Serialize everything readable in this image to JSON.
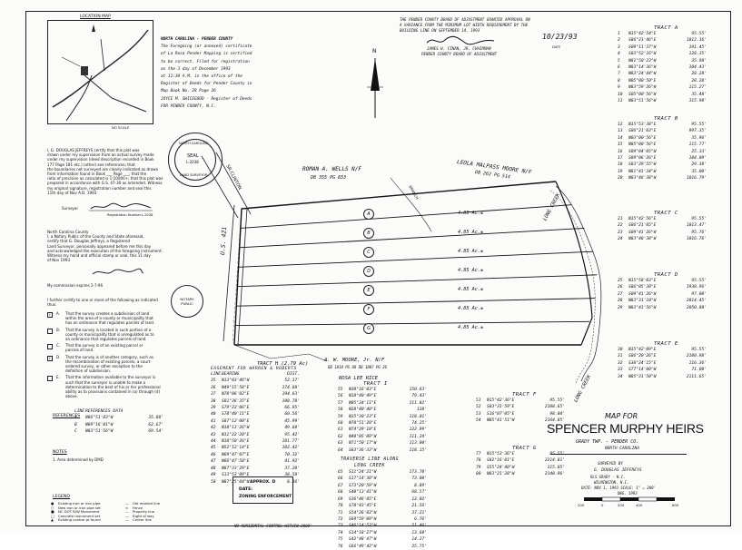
{
  "location_map": {
    "title": "LOCATION MAP",
    "no_scale": "NO SCALE"
  },
  "registration": {
    "lines": [
      "NORTH CAROLINA - PENDER COUNTY",
      "The Foregoing (or annexed) certificate",
      "of La Rosa Pender Mapping is certified",
      "to be correct. Filed for registration",
      "on the 3 day of December 1993",
      "at 11:30 A.M. in the office of the",
      "Register of Deeds for Pender County in",
      "Map Book No. 28 Page 26",
      "JOYCE M. SWICEGOOD - Register of Deeds",
      "FOR PENDER COUNTY, N.C."
    ]
  },
  "board": {
    "lines": [
      "THE PENDER COUNTY BOARD OF ADJUSTMENT GRANTED APPROVAL ON",
      "A VARIANCE FROM THE MINIMUM LOT WIDTH REQUIREMENT BY THE",
      "BUILDING LINE ON SEPTEMBER 14, 1993"
    ],
    "signer": "JAMES H. FINAN, JR. CHAIRMAN",
    "signer_title": "PENDER COUNTY BOARD OF ADJUSTMENT",
    "date": "10/23/93",
    "date_label": "DATE"
  },
  "surveyor_cert": {
    "lines": [
      "I, G. DOUGLAS JEFFREYS certify that this plat was",
      "drawn under my supervision from an actual survey made",
      "under my supervision (deed description recorded in Book",
      "177 Page 181 etc.) (other) see references; that",
      "the boundaries not surveyed are clearly indicated as drawn",
      "from information found in Book ___ Page ___; that the",
      "ratio of precision as calculated is 1:10000+; that this plat was",
      "prepared in accordance with G.S. 47-30 as amended. Witness",
      "my original signature, registration number and seal this",
      "11th day of Nov A.D. 1993"
    ],
    "surveyor_label": "Surveyor",
    "registration_label": "Registration Number",
    "registration_number": "L-2038"
  },
  "notary": {
    "lines": [
      "North Carolina       County",
      "I, a Notary Public of the County and State aforesaid,",
      "certify that G. Douglas Jeffreys, a Registered",
      "Land Surveyor, personally appeared before me this day",
      "and acknowledged the execution of the foregoing instrument.",
      "Witness my hand and official stamp or seal, this 11 day",
      "of Nov 1993"
    ],
    "commission": "My commission expires 2-7-96",
    "seal_text": "NOTARY PUBLIC"
  },
  "certification": {
    "intro": [
      "I further certify to one or more of the following as indicated",
      "thus:"
    ],
    "items": [
      {
        "letter": "A.",
        "text": [
          "That the survey creates a subdivision of land",
          "within the area of a county or municipality that",
          "has an ordinance that regulates parcels of land."
        ],
        "checked": true
      },
      {
        "letter": "B.",
        "text": [
          "That the survey is located in such portion of a",
          "county or municipality that is unregulated as to",
          "an ordinance that regulates parcels of land."
        ],
        "checked": false
      },
      {
        "letter": "C.",
        "text": [
          "That the survey is of an existing parcel or",
          "parcels of land."
        ],
        "checked": false
      },
      {
        "letter": "D.",
        "text": [
          "That the survey is of another category, such as",
          "the recombination of existing parcels, a court-",
          "ordered survey, or other exception to the",
          "definition of subdivision."
        ],
        "checked": true
      },
      {
        "letter": "E.",
        "text": [
          "That the information available to the surveyor is",
          "such that the surveyor is unable to make a",
          "determination to the best of his or her professional",
          "ability as to provisions contained in (a) through (d)",
          "above."
        ],
        "checked": false
      }
    ]
  },
  "references": {
    "title": "REFERENCES",
    "header": {
      "line": "LINE",
      "bearing": "REFERENCES DATA"
    },
    "rows": [
      {
        "line": "A",
        "bearing": "N86°51'03\"W",
        "dist": "35.88'"
      },
      {
        "line": "B",
        "bearing": "N89°16'01\"W",
        "dist": "62.67'"
      },
      {
        "line": "C",
        "bearing": "N83°51'56\"W",
        "dist": "69.54'"
      }
    ]
  },
  "notes": {
    "title": "NOTES",
    "items": [
      "1. Area determined by DMD"
    ]
  },
  "legend": {
    "title": "LEGEND",
    "items": [
      "Existing iron or iron pipe",
      "New iron or iron pipe set",
      "NC DOT R/W Monument",
      "Concrete monument set",
      "Existing control pt found",
      "Old marked line",
      "Fence",
      "Property line",
      "Right of way",
      "Center line"
    ]
  },
  "owners": [
    {
      "name": "ROMAN A. WELLS  N/F",
      "book": "DB 355 PG 653"
    },
    {
      "name": "LEOLA MALPASS MOORE  N/F",
      "book": "DB 262 PG 514"
    },
    {
      "name": "A. W. MOORE, Jr.  N/F",
      "book": "DB 1010 PG 88 DB 1007 PG 26"
    },
    {
      "name": "ROSA LEE RICE",
      "book": ""
    }
  ],
  "roads": {
    "sr_clinton": "SR CLINTON",
    "us": "U.S. 421",
    "long_creek": "LONG CREEK",
    "north": "N",
    "branch": "BRANCH"
  },
  "tracts_on_plat": [
    {
      "id": "A",
      "acres": "4.85 Ac.±"
    },
    {
      "id": "B",
      "acres": "4.85 Ac.±"
    },
    {
      "id": "C",
      "acres": "4.85 Ac.±"
    },
    {
      "id": "D",
      "acres": "4.85 Ac.±"
    },
    {
      "id": "E",
      "acres": "4.85 Ac.±"
    },
    {
      "id": "F",
      "acres": "4.85 Ac.±"
    },
    {
      "id": "G",
      "acres": "4.85 Ac.±"
    }
  ],
  "tract_h_label": "TRACT H (2.79 Ac)",
  "easement": {
    "title": "EASEMENT FOR WARREN & ROBERTS",
    "header": {
      "line": "LINE",
      "bearing": "BEARING",
      "dist": "DIST."
    },
    "rows": [
      {
        "line": "35",
        "bearing": "N13°03'46\"W",
        "dist": "52.17'"
      },
      {
        "line": "36",
        "bearing": "N49°15'58\"E",
        "dist": "174.68'"
      },
      {
        "line": "37",
        "bearing": "N78°06'02\"E",
        "dist": "194.63'"
      },
      {
        "line": "38",
        "bearing": "S81°36'35\"E",
        "dist": "108.70'"
      },
      {
        "line": "39",
        "bearing": "S79°22'06\"E",
        "dist": "66.95'"
      },
      {
        "line": "40",
        "bearing": "S78°40'11\"E",
        "dist": "60.56'"
      },
      {
        "line": "41",
        "bearing": "S87°12'00\"E",
        "dist": "45.99'"
      },
      {
        "line": "42",
        "bearing": "N10°13'26\"W",
        "dist": "49.68'"
      },
      {
        "line": "43",
        "bearing": "N11°22'20\"E",
        "dist": "95.42'"
      },
      {
        "line": "44",
        "bearing": "N18°50'26\"E",
        "dist": "101.77'"
      },
      {
        "line": "45",
        "bearing": "N52°12'14\"E",
        "dist": "102.42'"
      },
      {
        "line": "46",
        "bearing": "N69°47'07\"E",
        "dist": "70.32'"
      },
      {
        "line": "47",
        "bearing": "N66°47'50\"E",
        "dist": "41.92'"
      },
      {
        "line": "48",
        "bearing": "N87°33'29\"E",
        "dist": "37.20'"
      },
      {
        "line": "49",
        "bearing": "S13°53'09\"E",
        "dist": "38.58'"
      },
      {
        "line": "50",
        "bearing": "N87°25'04\"W",
        "dist": "8.36'"
      }
    ]
  },
  "tract_i": {
    "title": "TRACT I",
    "header": {
      "line": "LINE",
      "bearing": "BEARING",
      "dist": "DIST."
    },
    "rows": [
      {
        "line": "55",
        "bearing": "N30°16'03\"E",
        "dist": "150.63'"
      },
      {
        "line": "56",
        "bearing": "N18°40'49\"E",
        "dist": "79.43'"
      },
      {
        "line": "57",
        "bearing": "N05°34'11\"E",
        "dist": "111.82'"
      },
      {
        "line": "58",
        "bearing": "N28°40'40\"E",
        "dist": "128'"
      },
      {
        "line": "59",
        "bearing": "N35°30'23\"E",
        "dist": "118.01'"
      },
      {
        "line": "60",
        "bearing": "N70°51'20\"E",
        "dist": "74.25'"
      },
      {
        "line": "61",
        "bearing": "N74°29'10\"E",
        "dist": "122.99'"
      },
      {
        "line": "62",
        "bearing": "N40°05'09\"W",
        "dist": "111.24'"
      },
      {
        "line": "63",
        "bearing": "N71°50'17\"W",
        "dist": "113.00'"
      },
      {
        "line": "64",
        "bearing": "S83°36'33\"W",
        "dist": "118.15'"
      }
    ],
    "traverse_title": "TRAVERSE LINE ALONG LONG CREEK",
    "traverse_rows": [
      {
        "line": "65",
        "bearing": "S11°24'21\"W",
        "dist": "173.70'"
      },
      {
        "line": "66",
        "bearing": "S17°14'30\"W",
        "dist": "73.00'"
      },
      {
        "line": "67",
        "bearing": "S73°20'59\"W",
        "dist": "8.89'"
      },
      {
        "line": "68",
        "bearing": "S40°13'41\"W",
        "dist": "68.57'"
      },
      {
        "line": "69",
        "bearing": "S36°46'05\"E",
        "dist": "12.02'"
      },
      {
        "line": "70",
        "bearing": "S70°43'45\"E",
        "dist": "21.56'"
      },
      {
        "line": "71",
        "bearing": "S54°36'02\"W",
        "dist": "37.21'"
      },
      {
        "line": "72",
        "bearing": "S69°59'09\"W",
        "dist": "6.76'"
      },
      {
        "line": "73",
        "bearing": "S46°14'52\"W",
        "dist": "51.46'"
      },
      {
        "line": "74",
        "bearing": "S14°18'27\"W",
        "dist": "13.60'"
      },
      {
        "line": "75",
        "bearing": "S42°48'47\"W",
        "dist": "14.27'"
      },
      {
        "line": "76",
        "bearing": "S66°49'42\"W",
        "dist": "25.75'"
      }
    ]
  },
  "tract_tables": [
    {
      "title": "TRACT A",
      "rows": [
        {
          "line": "1",
          "bearing": "N15°42'54\"E",
          "dist": "95.55'"
        },
        {
          "line": "2",
          "bearing": "S86°21'46\"E",
          "dist": "1012.16'"
        },
        {
          "line": "3",
          "bearing": "S09°11'37\"W",
          "dist": "191.45'"
        },
        {
          "line": "4",
          "bearing": "S03°52'16\"W",
          "dist": "128.35'"
        },
        {
          "line": "5",
          "bearing": "N81°50'23\"W",
          "dist": "35.98'"
        },
        {
          "line": "6",
          "bearing": "N83°14'36\"W",
          "dist": "104.43'"
        },
        {
          "line": "7",
          "bearing": "N83°24'44\"W",
          "dist": "28.28'"
        },
        {
          "line": "8",
          "bearing": "N05°00'50\"E",
          "dist": "28.28'"
        },
        {
          "line": "9",
          "bearing": "N83°59'26\"W",
          "dist": "115.27'"
        },
        {
          "line": "10",
          "bearing": "S05°00'56\"W",
          "dist": "35.48'"
        },
        {
          "line": "11",
          "bearing": "N83°51'56\"W",
          "dist": "315.90'"
        }
      ]
    },
    {
      "title": "TRACT B",
      "rows": [
        {
          "line": "12",
          "bearing": "N15°53'38\"E",
          "dist": "95.55'"
        },
        {
          "line": "13",
          "bearing": "S86°21'03\"E",
          "dist": "997.35'"
        },
        {
          "line": "14",
          "bearing": "N03°00'56\"E",
          "dist": "35.96'"
        },
        {
          "line": "15",
          "bearing": "N85°00'56\"E",
          "dist": "115.77'"
        },
        {
          "line": "16",
          "bearing": "S89°04'05\"W",
          "dist": "25.33'"
        },
        {
          "line": "17",
          "bearing": "S89°06'26\"E",
          "dist": "104.09'"
        },
        {
          "line": "18",
          "bearing": "S83°29'55\"W",
          "dist": "29.38'"
        },
        {
          "line": "19",
          "bearing": "N81°41'34\"W",
          "dist": "35.00'"
        },
        {
          "line": "20",
          "bearing": "N83°46'38\"W",
          "dist": "1016.79'"
        }
      ]
    },
    {
      "title": "TRACT C",
      "rows": [
        {
          "line": "21",
          "bearing": "N15°42'56\"E",
          "dist": "95.55'"
        },
        {
          "line": "22",
          "bearing": "S86°21'05\"E",
          "dist": "1013.47'"
        },
        {
          "line": "23",
          "bearing": "S09°41'26\"W",
          "dist": "95.76'"
        },
        {
          "line": "24",
          "bearing": "N83°48'38\"W",
          "dist": "1016.76'"
        }
      ]
    },
    {
      "title": "TRACT D",
      "rows": [
        {
          "line": "25",
          "bearing": "N15°58'03\"E",
          "dist": "95.55'"
        },
        {
          "line": "26",
          "bearing": "S86°05'30\"E",
          "dist": "1938.96'"
        },
        {
          "line": "27",
          "bearing": "S09°41'26\"W",
          "dist": "97.00'"
        },
        {
          "line": "28",
          "bearing": "N83°31'10\"W",
          "dist": "2014.45'"
        },
        {
          "line": "29",
          "bearing": "N83°41'56\"W",
          "dist": "2050.88'"
        }
      ]
    },
    {
      "title": "TRACT E",
      "rows": [
        {
          "line": "30",
          "bearing": "N15°42'09\"E",
          "dist": "95.55'"
        },
        {
          "line": "31",
          "bearing": "S86°20'26\"E",
          "dist": "2100.98'"
        },
        {
          "line": "32",
          "bearing": "S38°24'15\"E",
          "dist": "116.36'"
        },
        {
          "line": "33",
          "bearing": "S77°14'00\"W",
          "dist": "71.00'"
        },
        {
          "line": "34",
          "bearing": "N85°31'50\"W",
          "dist": "2111.65'"
        }
      ]
    },
    {
      "title": "TRACT F",
      "rows": [
        {
          "line": "51",
          "bearing": "N15°42'36\"E",
          "dist": "95.55'"
        },
        {
          "line": "52",
          "bearing": "S83°31'59\"E",
          "dist": "2108.65'"
        },
        {
          "line": "53",
          "bearing": "S16°07'05\"E",
          "dist": "98.04'"
        },
        {
          "line": "54",
          "bearing": "N85°41'51\"W",
          "dist": "2164.85'"
        }
      ]
    },
    {
      "title": "TRACT G",
      "rows": [
        {
          "line": "77",
          "bearing": "N15°53'36\"E",
          "dist": "95.55'"
        },
        {
          "line": "78",
          "bearing": "S82°16'01\"E",
          "dist": "2214.81'"
        },
        {
          "line": "79",
          "bearing": "S55°24'40\"W",
          "dist": "115.85'"
        },
        {
          "line": "80",
          "bearing": "N83°21'28\"W",
          "dist": "2148.96'"
        }
      ]
    }
  ],
  "title_block": {
    "map_for": "MAP FOR",
    "owner": "SPENCER MURPHY HEIRS",
    "township": "GRADY TWP. - PENDER CO.",
    "state": "NORTH CAROLINA",
    "surveyed_by": "SURVEYED BY",
    "surveyor": "G. DOUGLAS JEFFREYS",
    "company": "RLS  GRADY - N.C.",
    "address": "WILMINGTON, N.C.",
    "date_line": "DATE: NOV 1, 1993   SCALE: 1\" = 200'",
    "drawn": "DWG. 1993"
  },
  "stamp": {
    "line1": "APPROX. D",
    "line2": "DATE:",
    "line3": "ZONING ENFORCEMENT"
  },
  "footer_note": "NO HORIZONTAL CONTROL WITHIN 2000'",
  "seal": {
    "top": "NORTH CAROLINA",
    "mid": "SEAL",
    "num": "L-2038",
    "bottom": "LAND SURVEYOR"
  },
  "scale_bar": {
    "labels": [
      "200",
      "0",
      "200",
      "400",
      "600"
    ]
  }
}
